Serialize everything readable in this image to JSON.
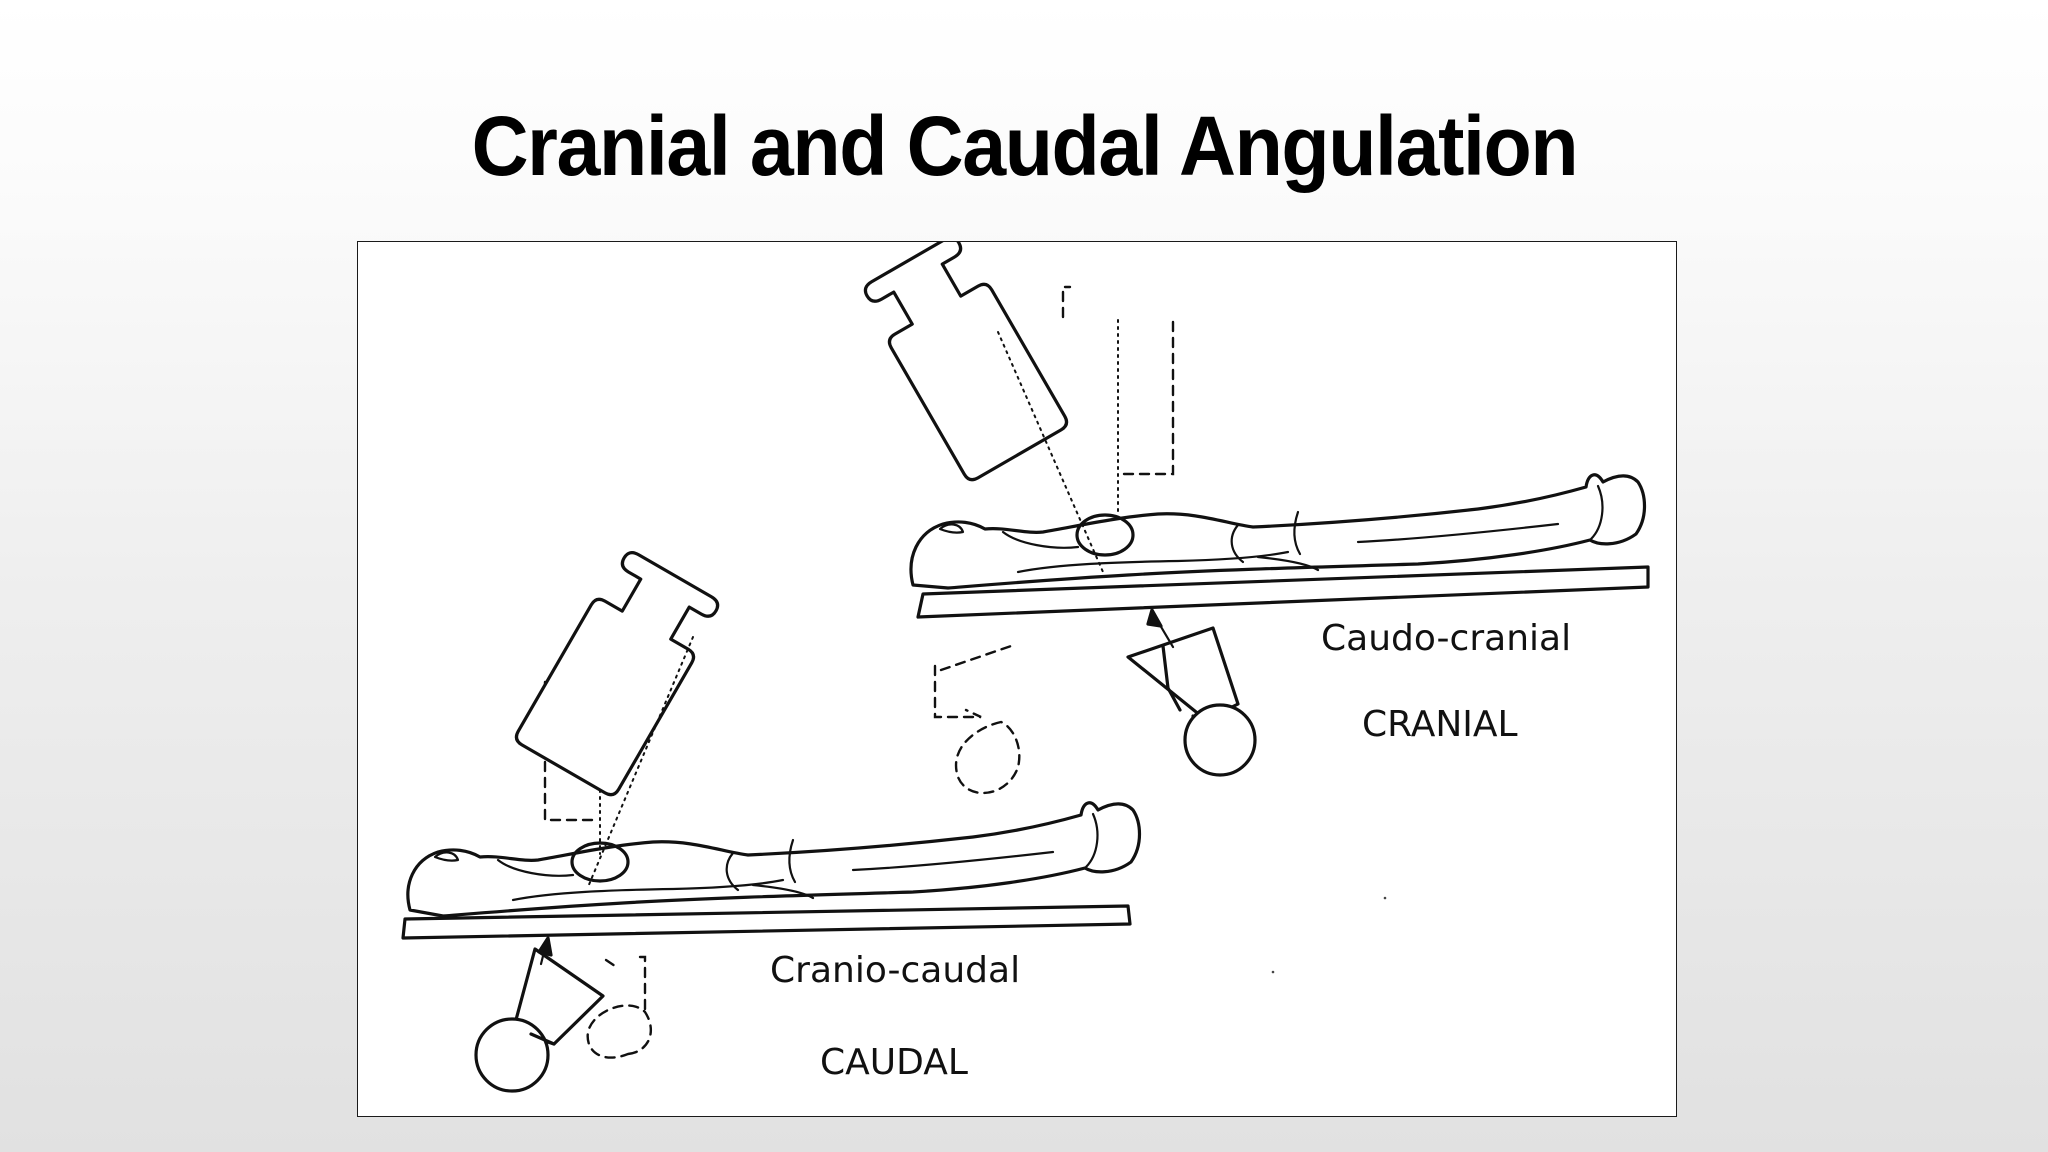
{
  "slide": {
    "title": "Cranial and Caudal Angulation"
  },
  "figure": {
    "upper": {
      "projection_label": "Caudo-cranial",
      "angulation_label": "CRANIAL"
    },
    "lower": {
      "projection_label": "Cranio-caudal",
      "angulation_label": "CAUDAL"
    }
  },
  "colors": {
    "title_text": "#000000",
    "line_art": "#111111",
    "figure_background": "#ffffff",
    "slide_gradient_top": "#ffffff",
    "slide_gradient_bottom": "#e1e1e1"
  }
}
